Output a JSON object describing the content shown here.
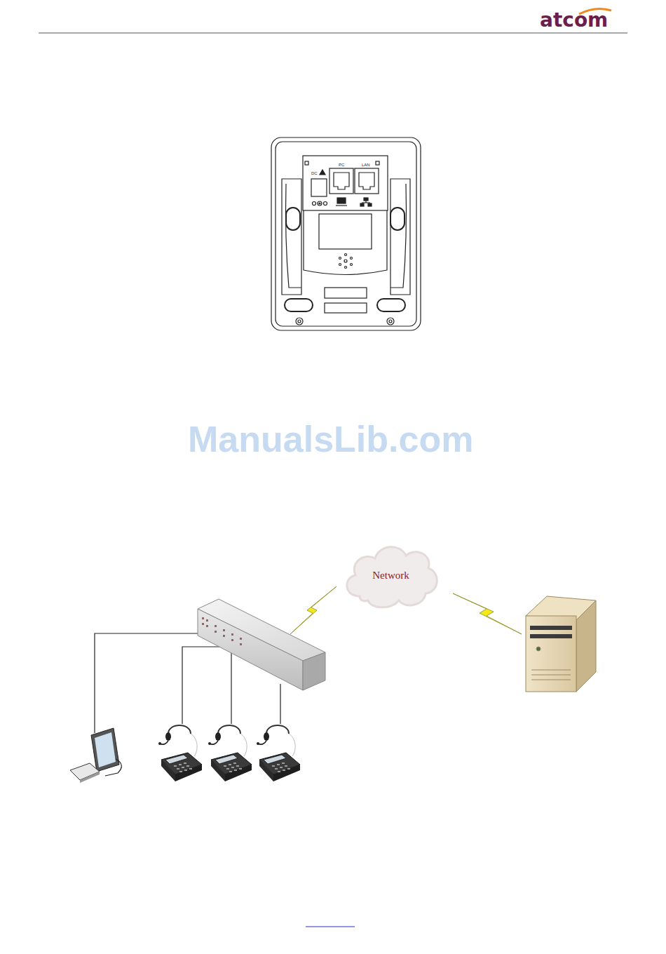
{
  "diagram": {
    "nodes": [
      {
        "text": [
          "Network"
        ]
      }
    ],
    "labels": [
      "atcom",
      "DC",
      "PC",
      "LAN",
      "ManualsLib.com"
    ]
  }
}
